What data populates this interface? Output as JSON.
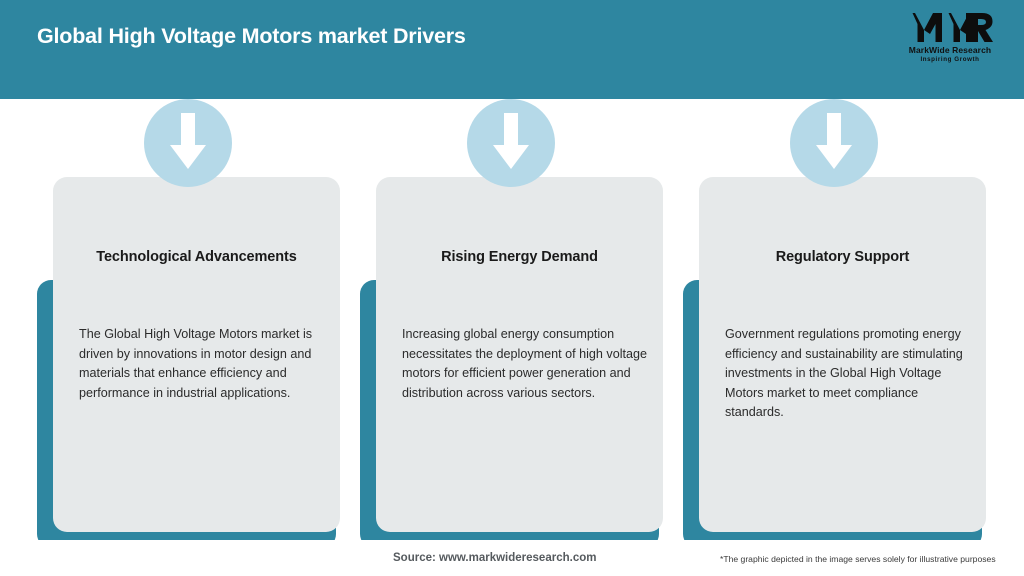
{
  "header": {
    "title": "Global High Voltage Motors market Drivers",
    "background_color": "#2E86A0",
    "title_color": "#FFFFFF",
    "logo": {
      "mark": "MWR",
      "name": "MarkWide Research",
      "tagline": "Inspiring Growth"
    }
  },
  "cards": [
    {
      "icon": "down-arrow-icon",
      "title": "Technological Advancements",
      "body": "The Global High Voltage Motors market is driven by innovations in motor design and materials that enhance efficiency and performance in industrial applications."
    },
    {
      "icon": "down-arrow-icon",
      "title": "Rising Energy Demand",
      "body": "Increasing global energy consumption necessitates the deployment of high voltage motors for efficient power generation and distribution across various sectors."
    },
    {
      "icon": "down-arrow-icon",
      "title": "Regulatory Support",
      "body": "Government regulations promoting energy efficiency and sustainability are stimulating investments in the Global High Voltage Motors market to meet compliance standards."
    }
  ],
  "footer": {
    "source": "Source: www.markwideresearch.com",
    "note": "*The graphic depicted in the image serves solely for illustrative purposes"
  },
  "colors": {
    "accent_teal": "#2E86A0",
    "card_gray": "#E6E9EA",
    "circle_blue": "#B5D9E8",
    "page_background": "#FFFFFF"
  }
}
